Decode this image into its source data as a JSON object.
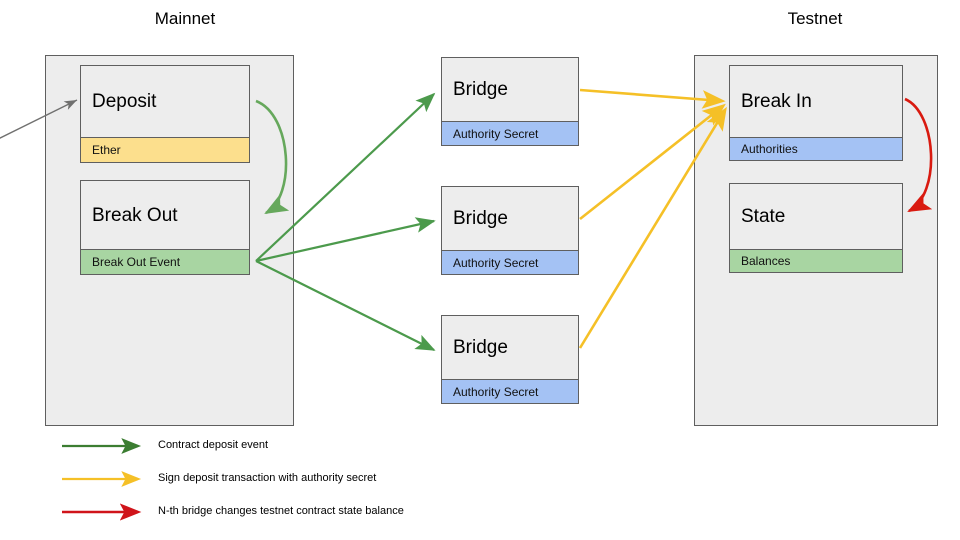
{
  "diagram": {
    "title_mainnet": "Mainnet",
    "title_testnet": "Testnet",
    "colors": {
      "green_arrow": "#4c9a4c",
      "yellow_arrow": "#f5c027",
      "red_arrow": "#d91a10",
      "gray_arrow": "#70706f",
      "container_fill": "#ededed",
      "border": "#5f5f5f",
      "band_amber": "#fcdf8d",
      "band_green": "#a8d5a2",
      "band_blue": "#a4c2f4"
    }
  },
  "mainnet": {
    "label": "Mainnet",
    "cards": [
      {
        "title": "Deposit",
        "band": "Ether",
        "band_color": "amber"
      },
      {
        "title": "Break Out",
        "band": "Break Out Event",
        "band_color": "green"
      }
    ]
  },
  "bridges": [
    {
      "title": "Bridge",
      "band": "Authority Secret",
      "band_color": "blue"
    },
    {
      "title": "Bridge",
      "band": "Authority Secret",
      "band_color": "blue"
    },
    {
      "title": "Bridge",
      "band": "Authority Secret",
      "band_color": "blue"
    }
  ],
  "testnet": {
    "label": "Testnet",
    "cards": [
      {
        "title": "Break In",
        "band": "Authorities",
        "band_color": "blue"
      },
      {
        "title": "State",
        "band": "Balances",
        "band_color": "green"
      }
    ]
  },
  "legend": {
    "items": [
      {
        "color": "#3b7d31",
        "label": "Contract deposit event"
      },
      {
        "color": "#f5c027",
        "label": "Sign deposit transaction with authority secret"
      },
      {
        "color": "#d0141a",
        "label": "N-th bridge changes testnet contract state balance"
      }
    ]
  }
}
